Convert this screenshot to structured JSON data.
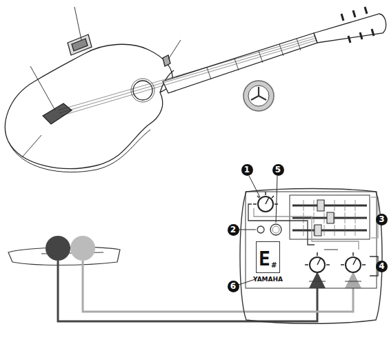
{
  "diagram": {
    "nodes": [
      {
        "text": [
          "YAMAHA"
        ]
      },
      {
        "text": [
          "E",
          "#"
        ],
        "in": 0
      }
    ],
    "labels": [
      "1",
      "2",
      "3",
      "4",
      "5",
      "6"
    ]
  }
}
